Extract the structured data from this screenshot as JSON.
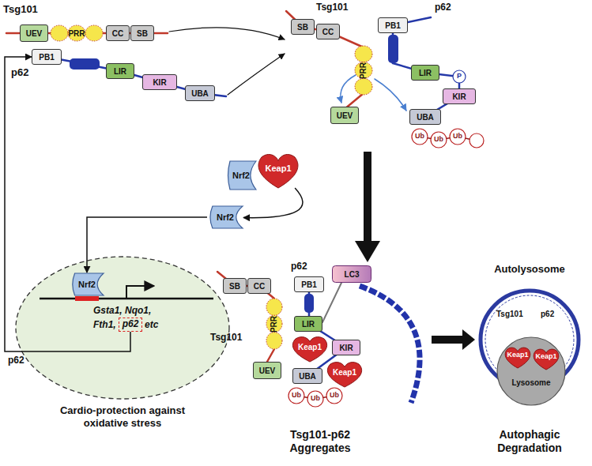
{
  "diagram": {
    "nodes": [
      {
        "text": [
          "UEV"
        ]
      },
      {
        "text": [
          "PRR"
        ]
      },
      {
        "text": [
          "CC"
        ]
      },
      {
        "text": [
          "SB"
        ]
      },
      {
        "text": [
          "PB1"
        ]
      },
      {
        "text": [
          "LIR"
        ]
      },
      {
        "text": [
          "KIR"
        ]
      },
      {
        "text": [
          "UBA"
        ]
      },
      {
        "text": [
          "SB"
        ]
      },
      {
        "text": [
          "CC"
        ]
      },
      {
        "text": [
          "PB1"
        ]
      },
      {
        "text": [
          "PRR"
        ]
      },
      {
        "text": [
          "LIR"
        ]
      },
      {
        "text": [
          "P"
        ]
      },
      {
        "text": [
          "UEV"
        ]
      },
      {
        "text": [
          "UBA"
        ]
      },
      {
        "text": [
          "KIR"
        ]
      },
      {
        "text": [
          "Ub"
        ]
      },
      {
        "text": [
          "Ub"
        ]
      },
      {
        "text": [
          "Ub"
        ]
      },
      {
        "text": [
          "Nrf2"
        ]
      },
      {
        "text": [
          "Keap1"
        ]
      },
      {
        "text": [
          "Nrf2"
        ]
      },
      {
        "text": [
          "Nrf2"
        ]
      },
      {
        "text": [
          "p62"
        ]
      },
      {
        "text": [
          "SB"
        ]
      },
      {
        "text": [
          "CC"
        ]
      },
      {
        "text": [
          "PB1"
        ]
      },
      {
        "text": [
          "PRR"
        ]
      },
      {
        "text": [
          "LIR"
        ]
      },
      {
        "text": [
          "LC3"
        ]
      },
      {
        "text": [
          "UEV"
        ]
      },
      {
        "text": [
          "Keap1"
        ]
      },
      {
        "text": [
          "KIR"
        ]
      },
      {
        "text": [
          "Keap1"
        ]
      },
      {
        "text": [
          "UBA"
        ]
      },
      {
        "text": [
          "Ub"
        ]
      },
      {
        "text": [
          "Ub"
        ]
      },
      {
        "text": [
          "Ub"
        ]
      },
      {
        "text": [
          "Autolysosome"
        ]
      },
      {
        "text": [
          "Lysosome"
        ],
        "in": 39
      },
      {
        "text": [
          "Keap1"
        ],
        "in": 40
      },
      {
        "text": [
          "Keap1"
        ],
        "in": 40
      }
    ],
    "edges": [
      {
        "from": 21,
        "to": 22,
        "arrow": "to"
      },
      {
        "from": 22,
        "to": 23,
        "arrow": "to"
      },
      {
        "from": 24,
        "to": 4,
        "label": "p62",
        "arrow": "to"
      }
    ],
    "labels": [
      "Tsg101",
      "p62",
      "Tsg101",
      "p62",
      "Gsta1, Nqo1,",
      "Fth1,",
      "etc",
      "Cardio-protection against oxidative stress",
      "p62",
      "Tsg101",
      "Tsg101-p62 Aggregates",
      "Tsg101",
      "p62",
      "Autophagic Degradation"
    ]
  }
}
